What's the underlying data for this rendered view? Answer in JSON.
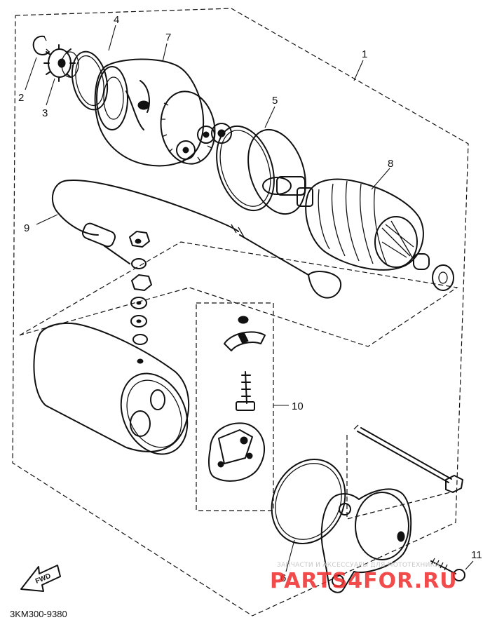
{
  "diagram": {
    "callouts": {
      "c1": "1",
      "c2": "2",
      "c3": "3",
      "c4": "4",
      "c5": "5",
      "c6": "6",
      "c7": "7",
      "c8": "8",
      "c9": "9",
      "c10": "10",
      "c11": "11"
    },
    "arrow_label": "FWD",
    "diagram_code": "3KM300-9380",
    "watermark": {
      "top_line": "ЗАПЧАСТИ И АКСЕССУАРЫ ДЛЯ МОТОТЕХНИКИ",
      "brand": "PARTS4FOR.RU"
    }
  }
}
